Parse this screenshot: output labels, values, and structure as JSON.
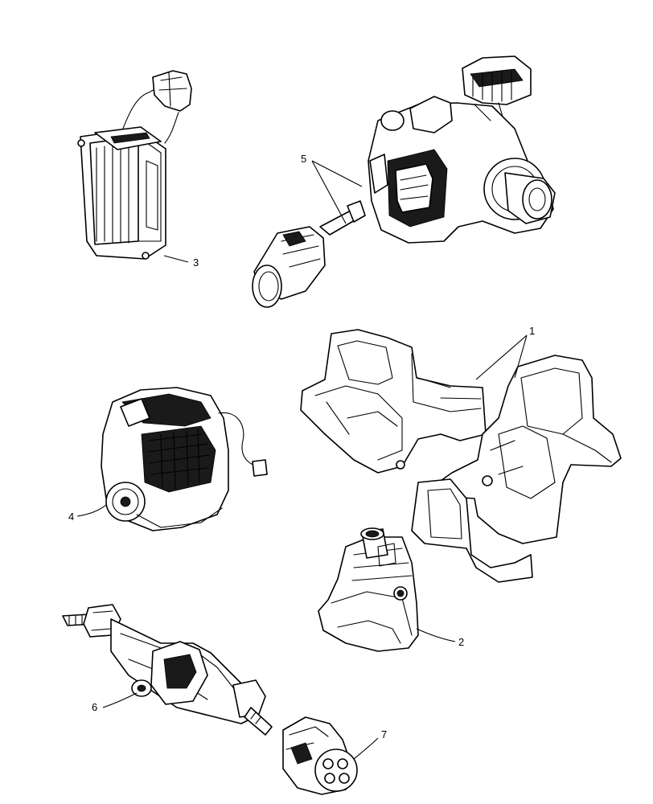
{
  "callouts": [
    {
      "id": "1",
      "label": "1"
    },
    {
      "id": "2",
      "label": "2"
    },
    {
      "id": "3",
      "label": "3"
    },
    {
      "id": "4",
      "label": "4"
    },
    {
      "id": "5",
      "label": "5"
    },
    {
      "id": "6",
      "label": "6"
    },
    {
      "id": "7",
      "label": "7"
    }
  ],
  "parts": [
    {
      "callout": "1",
      "icon": "fuel-tank-assembly-icon"
    },
    {
      "callout": "2",
      "icon": "fuel-tank-icon"
    },
    {
      "callout": "3",
      "icon": "radiator-cooling-pack-icon"
    },
    {
      "callout": "4",
      "icon": "engine-icon"
    },
    {
      "callout": "5",
      "icon": "transmission-icon"
    },
    {
      "callout": "6",
      "icon": "front-axle-icon"
    },
    {
      "callout": "7",
      "icon": "final-drive-hub-icon"
    }
  ]
}
